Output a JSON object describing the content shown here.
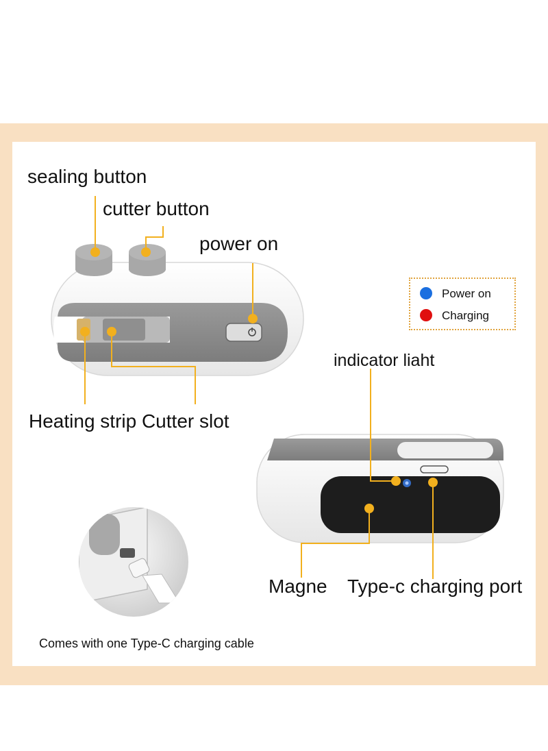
{
  "labels": {
    "sealing_button": "sealing button",
    "cutter_button": "cutter button",
    "power_on": "power on",
    "heating_strip_cutter_slot": "Heating strip Cutter slot",
    "indicator_light": "indicator liaht",
    "magnet": "Magne",
    "type_c_port": "Type-c charging port",
    "cable_caption": "Comes with one Type-C charging cable"
  },
  "legend": {
    "items": [
      {
        "label": "Power on",
        "color": "#1a6fe0"
      },
      {
        "label": "Charging",
        "color": "#e01010"
      }
    ]
  },
  "colors": {
    "frame": "#f9e0c2",
    "callout": "#f2b01e",
    "device_white": "#f4f4f4",
    "device_gray": "#8e8e8e"
  },
  "icons": {
    "power": "power-icon"
  }
}
